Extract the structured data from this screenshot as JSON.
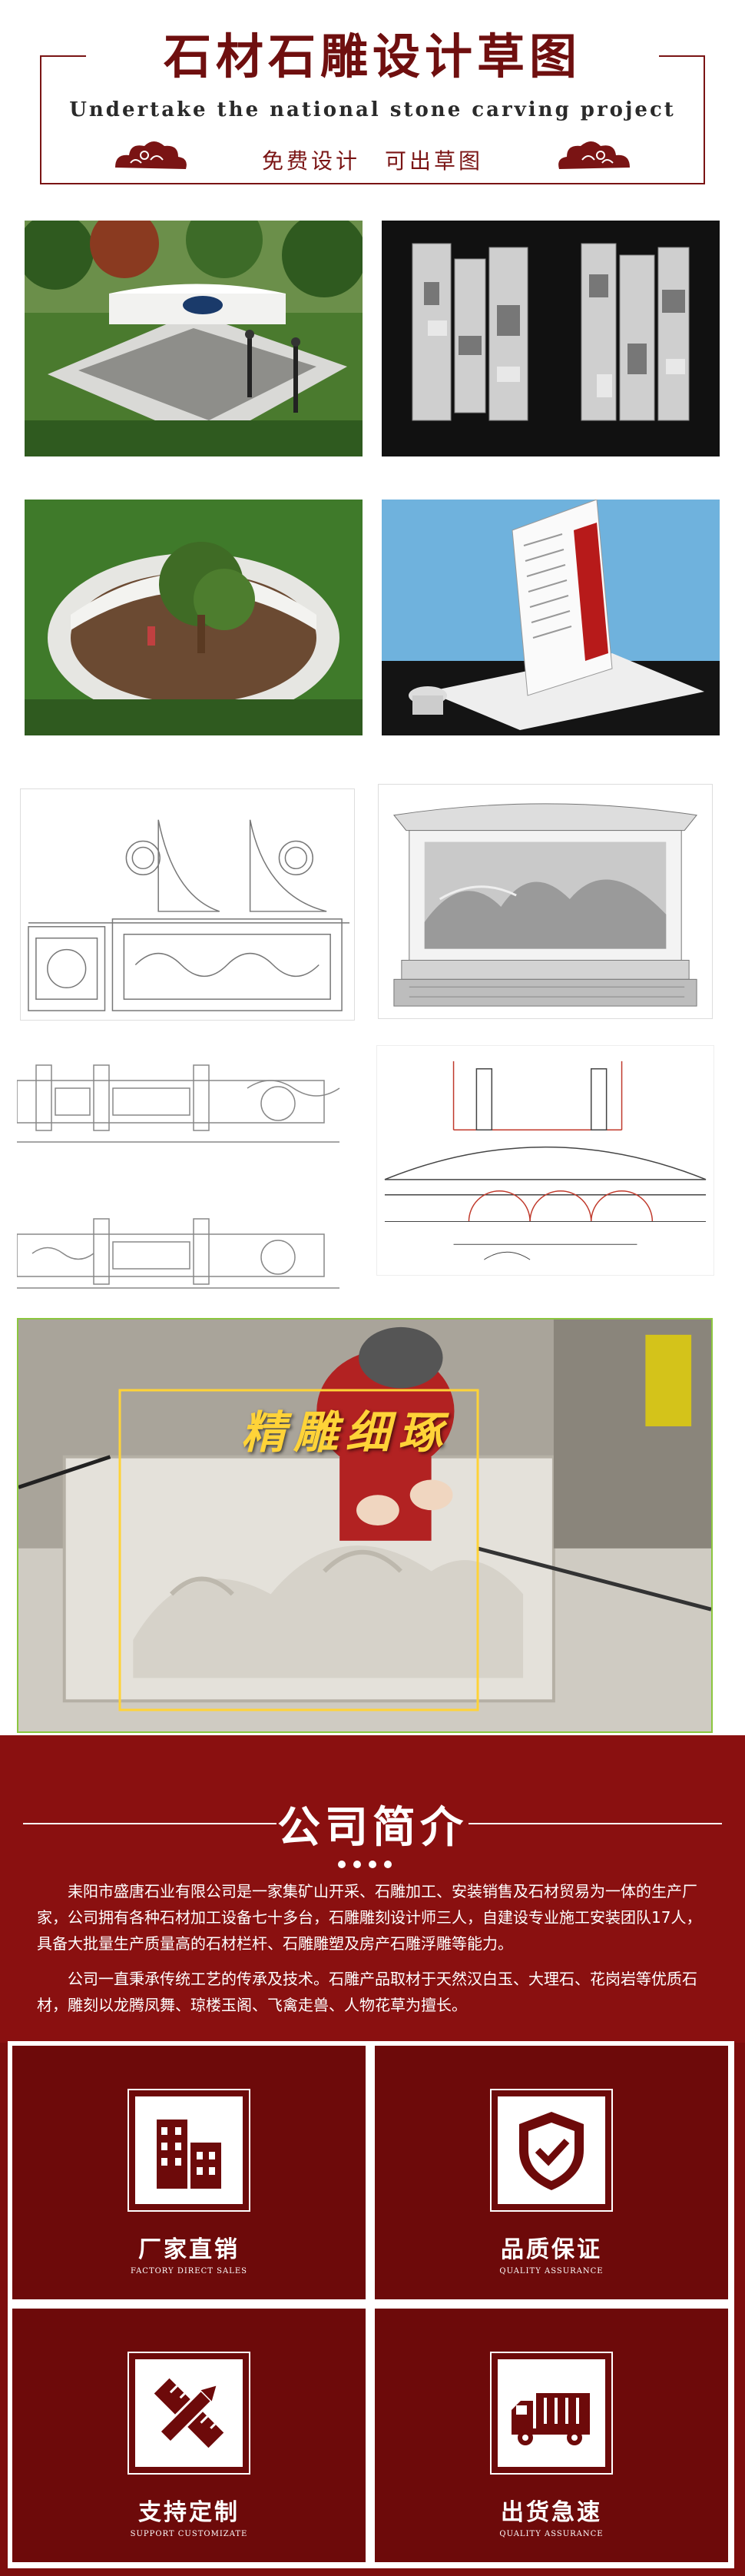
{
  "header": {
    "title": "石材石雕设计草图",
    "subtitle_en": "Undertake the national stone carving project",
    "subtitle_cn": "免费设计　可出草图",
    "accent_color": "#6f0f0f"
  },
  "gallery": {
    "icons": [
      "cemetery-render",
      "column-sculpture-render",
      "circular-garden-wall-render",
      "stele-monument-render",
      "balustrade-drawing",
      "screen-wall-drawing",
      "railing-elevation-drawing",
      "bridge-elevation-drawing"
    ]
  },
  "carving": {
    "caption": "精雕细琢"
  },
  "intro": {
    "title": "公司简介",
    "paragraph1": "耒阳市盛唐石业有限公司是一家集矿山开采、石雕加工、安装销售及石材贸易为一体的生产厂家，公司拥有各种石材加工设备七十多台，石雕雕刻设计师三人，自建设专业施工安装团队17人，具备大批量生产质量高的石材栏杆、石雕雕塑及房产石雕浮雕等能力。",
    "paragraph2": "公司一直秉承传统工艺的传承及技术。石雕产品取材于天然汉白玉、大理石、花岗岩等优质石材，雕刻以龙腾凤舞、琼楼玉阁、飞禽走兽、人物花草为擅长。",
    "background_color": "#8a1010"
  },
  "features": [
    {
      "title": "厂家直销",
      "subtitle": "FACTORY DIRECT SALES",
      "icon": "factory-building-icon"
    },
    {
      "title": "品质保证",
      "subtitle": "QUALITY ASSURANCE",
      "icon": "shield-check-icon"
    },
    {
      "title": "支持定制",
      "subtitle": "SUPPORT CUSTOMIZATE",
      "icon": "pencil-ruler-icon"
    },
    {
      "title": "出货急速",
      "subtitle": "QUALITY ASSURANCE",
      "icon": "delivery-truck-icon"
    }
  ]
}
